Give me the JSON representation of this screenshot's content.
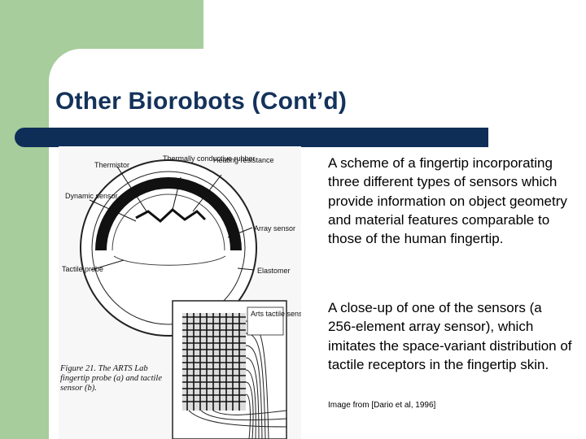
{
  "slide": {
    "title": "Other Biorobots (Cont’d)",
    "paragraph1": "A scheme of a fingertip incorporating three different types of sensors which provide information on object geometry and material features comparable to those of the human fingertip.",
    "paragraph2": "A close-up of one of the sensors (a 256-element array sensor), which imitates the space-variant distribution of tactile receptors in the fingertip skin.",
    "credit": "Image from [Dario et al, 1996]"
  },
  "figure": {
    "labels": {
      "thermistor": "Thermistor",
      "thermally_conductive": "Thermally conductive rubber",
      "heating_resistance": "Heating resistance",
      "dynamic_sensor": "Dynamic sensor",
      "array_sensor": "Array sensor",
      "tactile_probe": "Tactile probe",
      "elastomer": "Elastomer",
      "arts_tactile_sensor": "Arts tactile sensor"
    },
    "caption": "Figure 21. The ARTS Lab fingertip probe (a) and tactile sensor (b)."
  },
  "colors": {
    "green": "#a6cd9b",
    "navy": "#0e2e58",
    "title": "#14325a"
  }
}
